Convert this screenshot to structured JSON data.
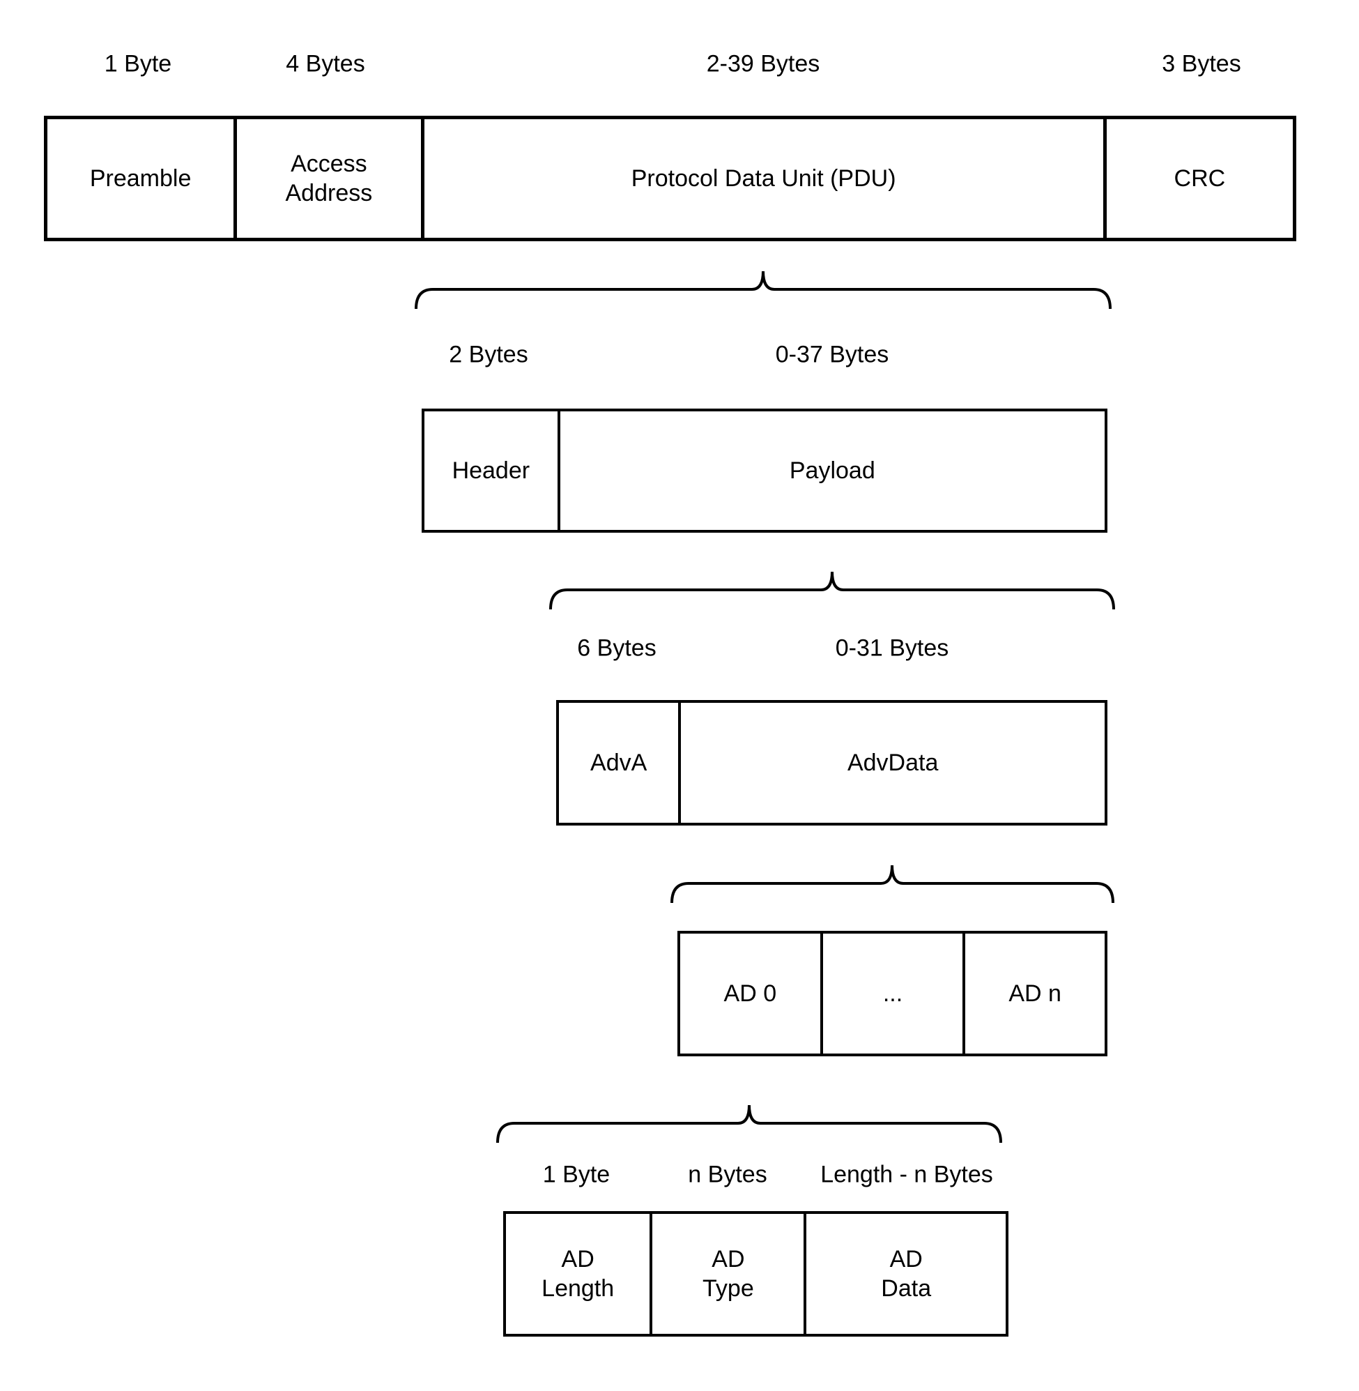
{
  "packet": {
    "size_labels": [
      "1 Byte",
      "4 Bytes",
      "2-39 Bytes",
      "3 Bytes"
    ],
    "fields": [
      [
        "Preamble"
      ],
      [
        "Access",
        "Address"
      ],
      [
        "Protocol Data Unit (PDU)"
      ],
      [
        "CRC"
      ]
    ]
  },
  "pdu": {
    "size_labels": [
      "2 Bytes",
      "0-37 Bytes"
    ],
    "fields": [
      [
        "Header"
      ],
      [
        "Payload"
      ]
    ]
  },
  "payload": {
    "size_labels": [
      "6 Bytes",
      "0-31 Bytes"
    ],
    "fields": [
      [
        "AdvA"
      ],
      [
        "AdvData"
      ]
    ]
  },
  "advdata": {
    "fields": [
      [
        "AD 0"
      ],
      [
        "..."
      ],
      [
        "AD n"
      ]
    ]
  },
  "ad": {
    "size_labels": [
      "1 Byte",
      "n Bytes",
      "Length - n Bytes"
    ],
    "fields": [
      [
        "AD",
        "Length"
      ],
      [
        "AD",
        "Type"
      ],
      [
        "AD",
        "Data"
      ]
    ]
  }
}
